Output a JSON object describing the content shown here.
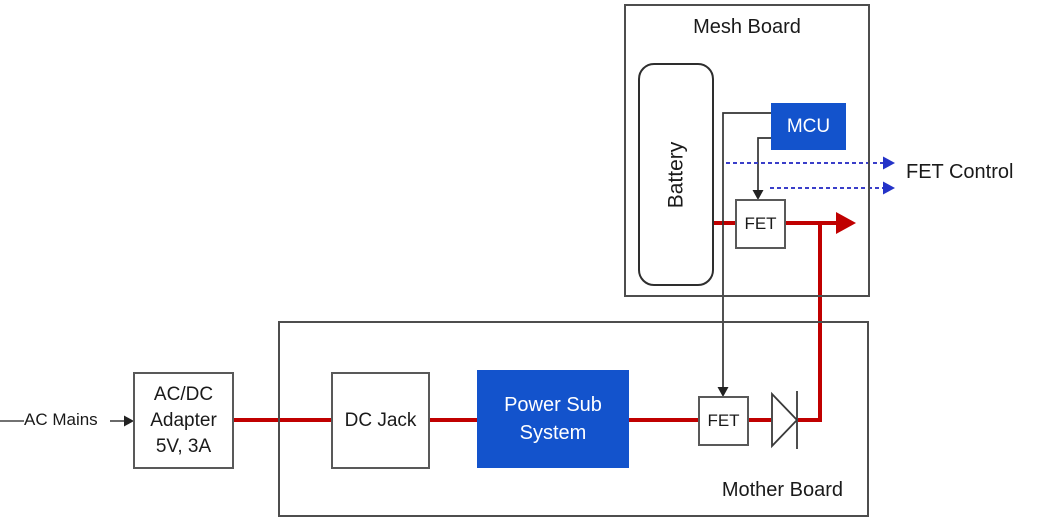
{
  "diagram": {
    "boards": {
      "mesh": {
        "title": "Mesh Board"
      },
      "mother": {
        "title": "Mother Board"
      }
    },
    "blocks": {
      "battery": {
        "label": "Battery"
      },
      "mcu": {
        "label": "MCU"
      },
      "mesh_fet": {
        "label": "FET"
      },
      "mother_fet": {
        "label": "FET"
      },
      "acdc_adapter": {
        "line1": "AC/DC",
        "line2": "Adapter",
        "line3": "5V, 3A"
      },
      "dc_jack": {
        "label": "DC Jack"
      },
      "power_sub_system": {
        "line1": "Power Sub",
        "line2": "System"
      }
    },
    "labels": {
      "ac_mains": "AC Mains",
      "fet_control": "FET Control"
    },
    "colors": {
      "power_path_red": "#c00000",
      "block_blue": "#1353cc",
      "control_dashed_blue": "#3a3ec9",
      "signal_black": "#333333",
      "board_border_gray": "#4d4d4d"
    }
  }
}
